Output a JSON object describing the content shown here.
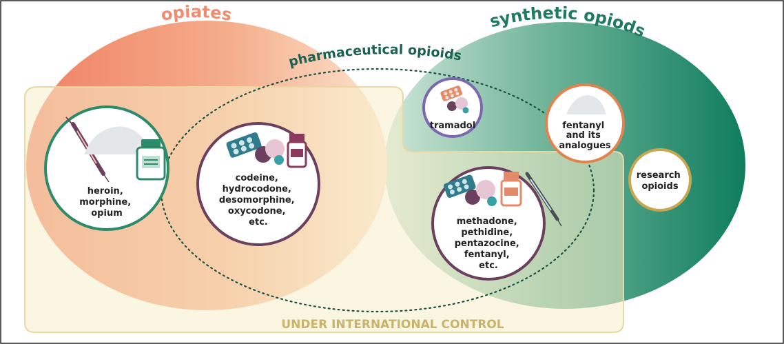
{
  "groups": {
    "opiates": "opiates",
    "synthetic": "synthetic opiods",
    "pharmaceutical": "pharmaceutical opioids",
    "control": "UNDER INTERNATIONAL CONTROL"
  },
  "items": {
    "heroin": [
      "heroin,",
      "morphine,",
      "opium"
    ],
    "codeine": [
      "codeine,",
      "hydrocodone,",
      "desomorphine,",
      "oxycodone,",
      "etc."
    ],
    "tramadol": [
      "tramadol"
    ],
    "fentanyl_analogues": [
      "fentanyl",
      "and its",
      "analogues"
    ],
    "research": [
      "research",
      "opioids"
    ],
    "methadone": [
      "methadone,",
      "pethidine,",
      "pentazocine,",
      "fentanyl,",
      "etc."
    ]
  },
  "colors": {
    "opiates_label": "#ef8b6e",
    "synthetic_label": "#1f7a60",
    "control_label": "#c9b36a",
    "control_fill": "#f7efc9",
    "heroin_ring": "#2e8b6a",
    "codeine_ring": "#6b3f5e",
    "tramadol_ring": "#7b68b0",
    "fentanyl_ring": "#e0844f",
    "research_ring": "#c9a750",
    "methadone_ring": "#6b3f5e"
  }
}
